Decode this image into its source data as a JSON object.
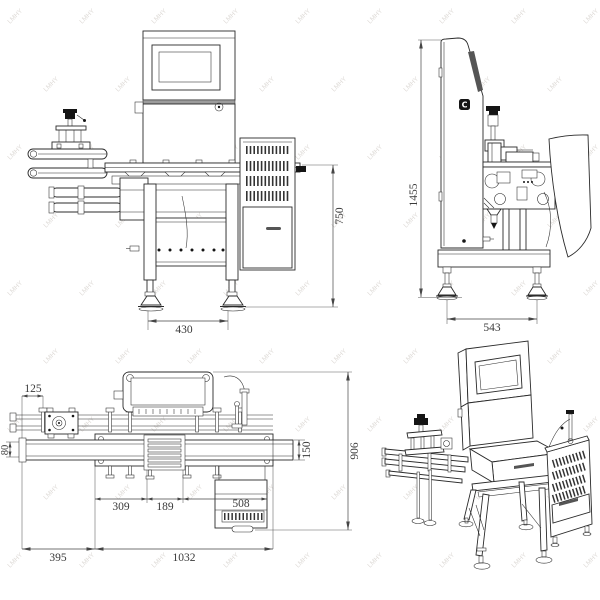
{
  "watermark": {
    "text": "LMHY",
    "color": "#c9c3bd"
  },
  "side": {
    "logo": "C"
  },
  "dims": {
    "front_height": "750",
    "front_width": "430",
    "side_height": "1455",
    "side_width": "543",
    "plan_offset": "125",
    "plan_rail": "80",
    "plan_belt": "150",
    "plan_depth": "906",
    "plan_seg1": "309",
    "plan_seg2": "189",
    "plan_seg3": "508",
    "plan_infeed": "395",
    "plan_length": "1032"
  }
}
